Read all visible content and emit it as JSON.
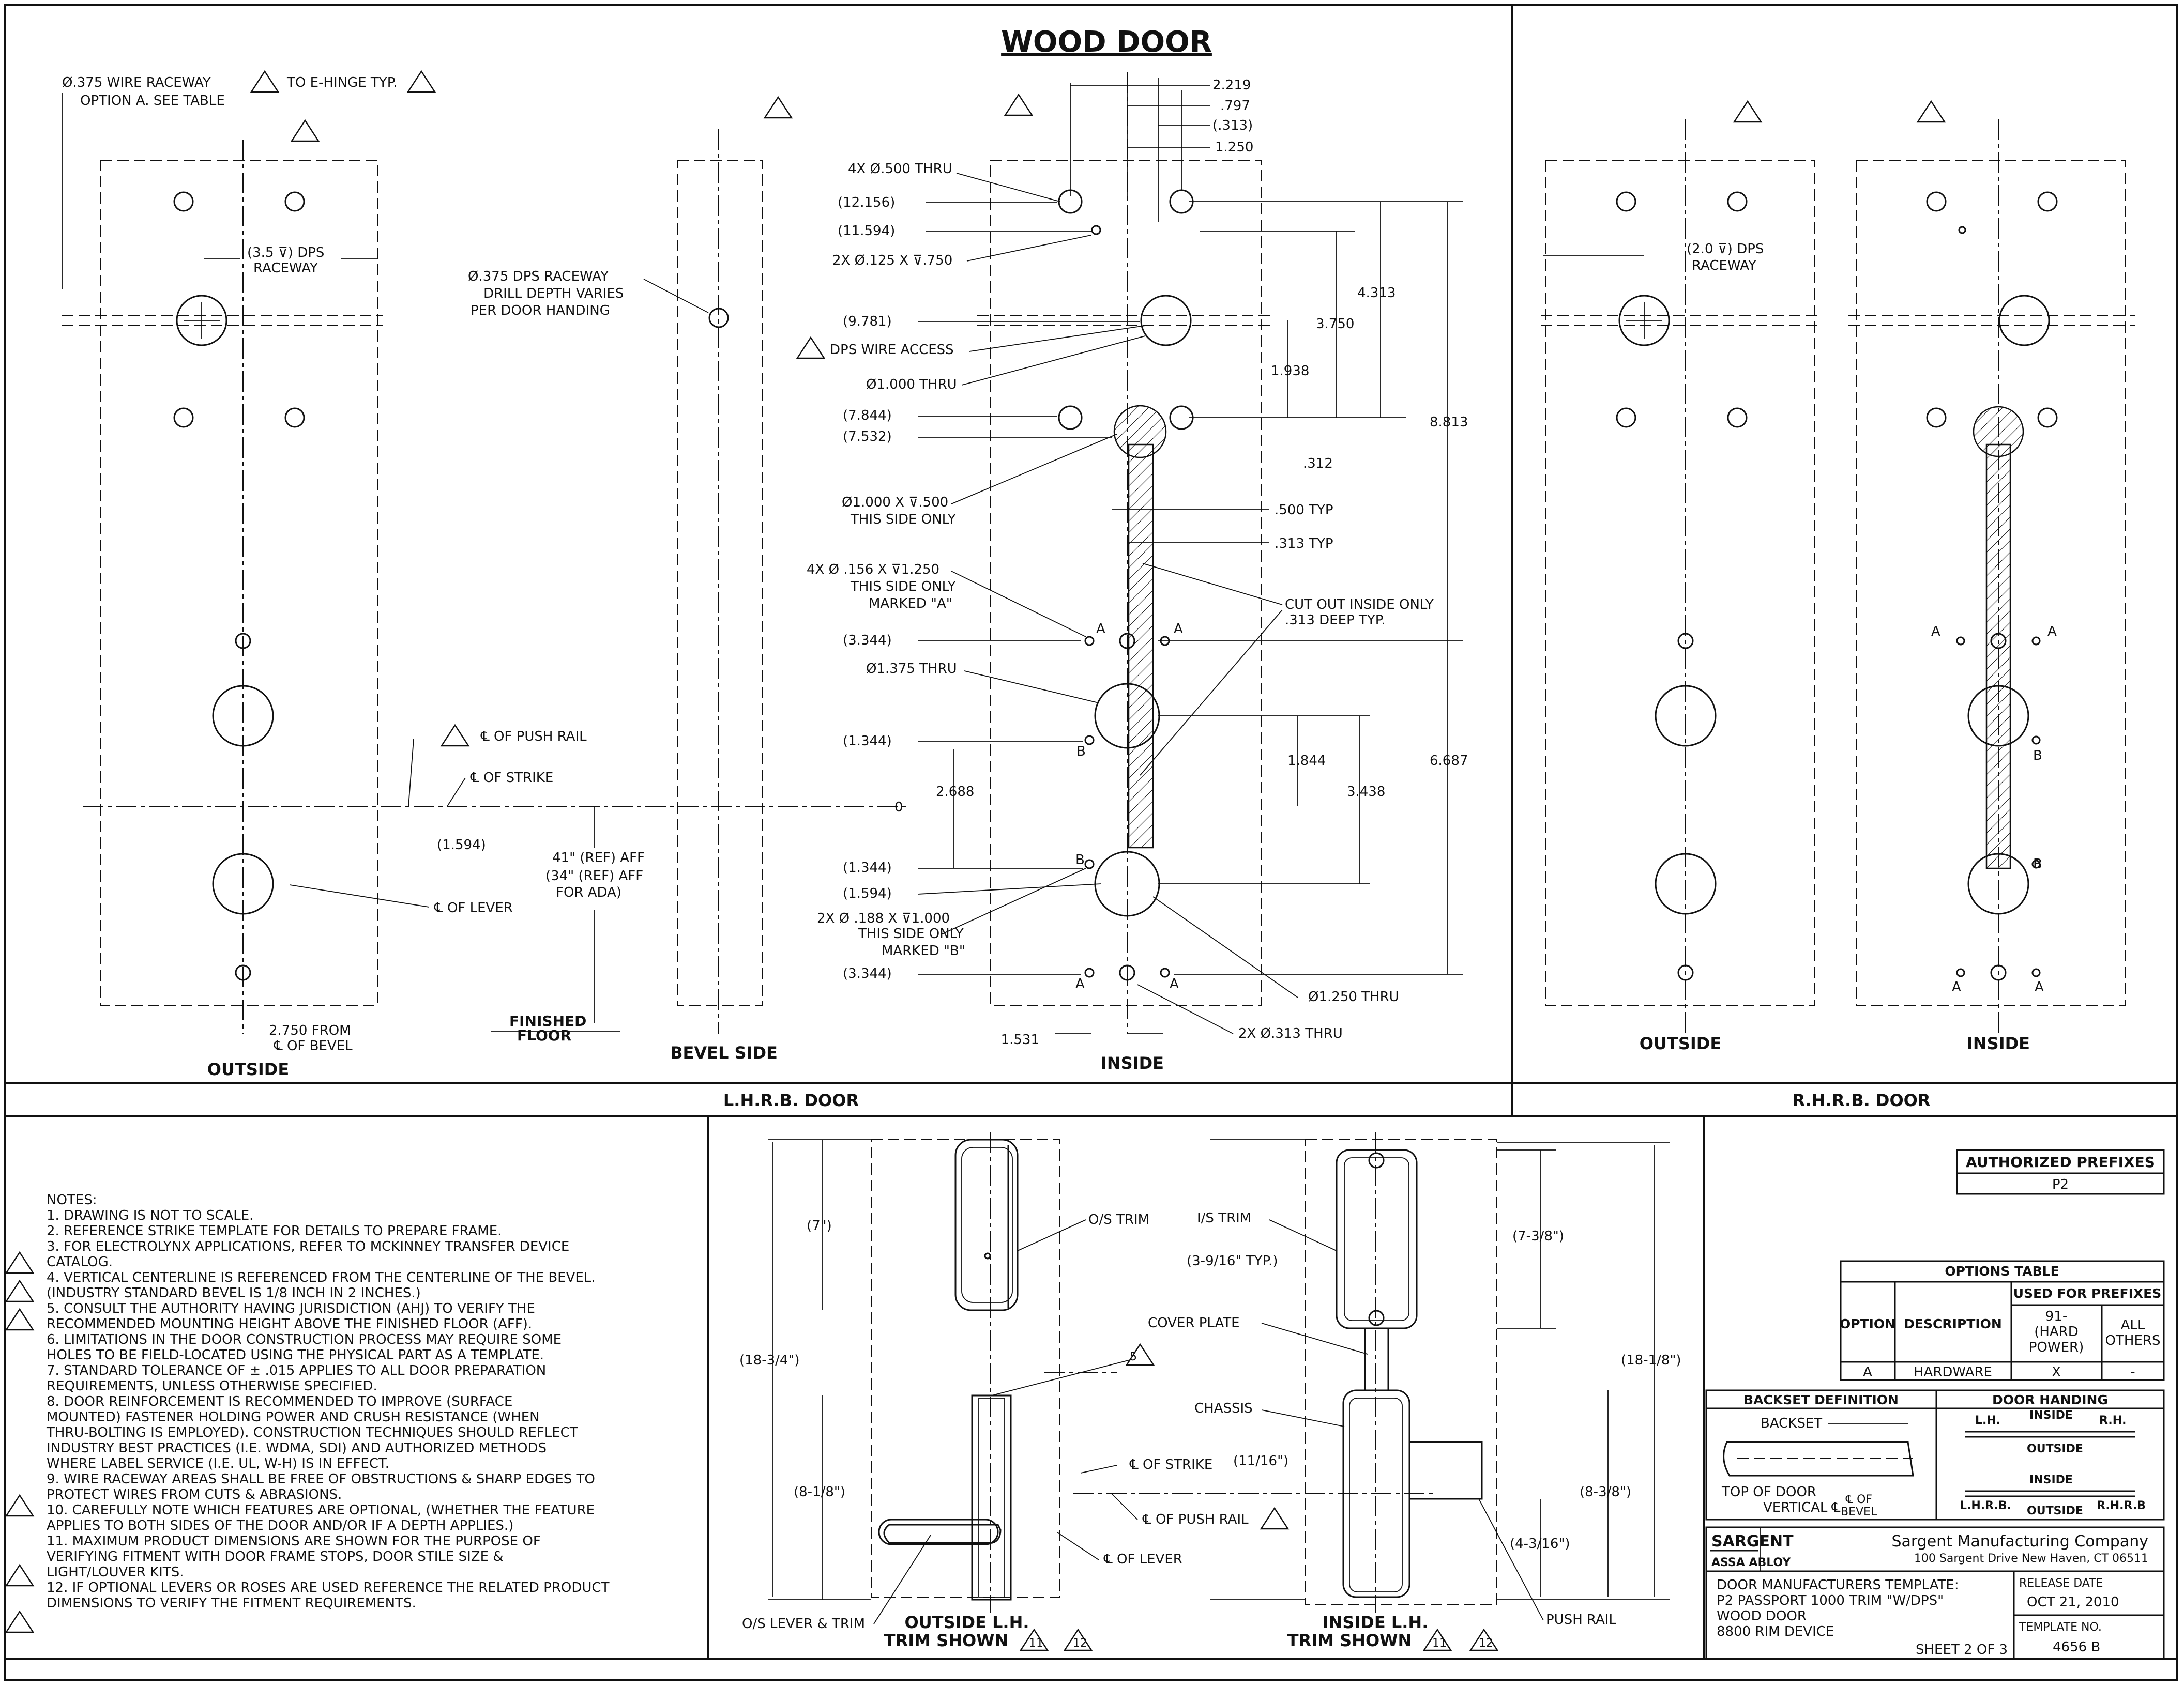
{
  "title": "WOOD DOOR",
  "lhrb": {
    "label": "L.H.R.B. DOOR",
    "outside": "OUTSIDE",
    "bevel": "BEVEL SIDE",
    "inside": "INSIDE",
    "notes_outside": [
      "Ø.375 WIRE RACEWAY",
      "TO E-HINGE TYP.",
      "OPTION A. SEE TABLE",
      "(3.5 ⊽) DPS",
      "RACEWAY",
      "2.750 FROM",
      "℄ OF BEVEL"
    ],
    "notes_bevel": [
      "Ø.375 DPS RACEWAY",
      "DRILL DEPTH VARIES",
      "PER DOOR HANDING"
    ],
    "centerlines": [
      "℄ OF PUSH RAIL",
      "℄ OF STRIKE",
      "℄ OF LEVER",
      "(1.594)",
      "41\" (REF) AFF",
      "(34\" (REF) AFF",
      "FOR ADA)",
      "FINISHED",
      "FLOOR"
    ],
    "left_callouts": [
      "4X Ø.500 THRU",
      "(12.156)",
      "(11.594)",
      "2X Ø.125 X ⊽.750",
      "(9.781)",
      "DPS WIRE ACCESS",
      "Ø1.000 THRU",
      "(7.844)",
      "(7.532)",
      "Ø1.000 X ⊽.500",
      "THIS SIDE ONLY",
      "4X Ø .156 X ⊽1.250",
      "THIS SIDE ONLY",
      "MARKED \"A\"",
      "(3.344)",
      "Ø1.375 THRU",
      "(1.344)",
      "2.688",
      "0",
      "(1.344)",
      "(1.594)",
      "2X Ø .188 X ⊽1.000",
      "THIS SIDE ONLY",
      "MARKED \"B\"",
      "(3.344)"
    ],
    "top_dims": [
      "2.219",
      ".797",
      "(.313)",
      "1.250"
    ],
    "right_dims": [
      "4.313",
      "3.750",
      "1.938",
      ".312",
      "8.813",
      ".500 TYP",
      ".313 TYP",
      "CUT OUT INSIDE ONLY",
      ".313 DEEP TYP.",
      "1.844",
      "3.438",
      "6.687",
      "Ø1.250 THRU",
      "2X Ø.313 THRU",
      "1.531"
    ]
  },
  "rhrb": {
    "label": "R.H.R.B. DOOR",
    "outside": "OUTSIDE",
    "inside": "INSIDE",
    "dps": "(2.0 ⊽) DPS",
    "raceway": "RACEWAY"
  },
  "notes": [
    "NOTES:",
    "1.   DRAWING IS NOT TO SCALE.",
    "2.   REFERENCE STRIKE TEMPLATE FOR DETAILS TO PREPARE FRAME.",
    "3.   FOR ELECTROLYNX APPLICATIONS, REFER TO MCKINNEY TRANSFER DEVICE",
    "      CATALOG.",
    "4.   VERTICAL CENTERLINE IS REFERENCED FROM THE CENTERLINE OF THE BEVEL.",
    "      (INDUSTRY STANDARD BEVEL IS 1/8 INCH IN 2 INCHES.)",
    "5.   CONSULT THE AUTHORITY HAVING JURISDICTION (AHJ) TO VERIFY THE",
    "      RECOMMENDED MOUNTING HEIGHT ABOVE THE FINISHED FLOOR (AFF).",
    "6.   LIMITATIONS IN THE DOOR CONSTRUCTION PROCESS MAY REQUIRE SOME",
    "      HOLES TO BE FIELD-LOCATED USING THE PHYSICAL PART AS A TEMPLATE.",
    "7.   STANDARD TOLERANCE OF ± .015 APPLIES TO ALL DOOR PREPARATION",
    "      REQUIREMENTS, UNLESS OTHERWISE SPECIFIED.",
    "8.   DOOR REINFORCEMENT IS RECOMMENDED TO IMPROVE (SURFACE",
    "      MOUNTED) FASTENER HOLDING POWER AND CRUSH RESISTANCE (WHEN",
    "      THRU-BOLTING IS EMPLOYED). CONSTRUCTION TECHNIQUES SHOULD REFLECT",
    "      INDUSTRY BEST PRACTICES (I.E. WDMA, SDI) AND AUTHORIZED METHODS",
    "      WHERE LABEL SERVICE (I.E. UL, W-H) IS IN EFFECT.",
    "9.   WIRE RACEWAY AREAS SHALL BE FREE OF OBSTRUCTIONS & SHARP EDGES TO",
    "      PROTECT WIRES FROM CUTS & ABRASIONS.",
    "10.  CAREFULLY NOTE WHICH FEATURES ARE OPTIONAL, (WHETHER THE FEATURE",
    "      APPLIES TO BOTH SIDES OF THE DOOR AND/OR IF A DEPTH APPLIES.)",
    "11.  MAXIMUM PRODUCT DIMENSIONS ARE SHOWN FOR THE PURPOSE OF",
    "      VERIFYING FITMENT WITH DOOR FRAME STOPS, DOOR STILE SIZE &",
    "      LIGHT/LOUVER KITS.",
    "12.  IF OPTIONAL LEVERS OR ROSES ARE USED REFERENCE THE RELATED PRODUCT",
    "      DIMENSIONS TO VERIFY THE FITMENT REQUIREMENTS."
  ],
  "trim": {
    "os_trim": "O/S TRIM",
    "is_trim": "I/S TRIM",
    "cover_plate": "COVER PLATE",
    "chassis": "CHASSIS",
    "cl_strike": "℄ OF STRIKE",
    "cl_push": "℄ OF PUSH RAIL",
    "cl_lever": "℄ OF LEVER",
    "os_lever": "O/S LEVER & TRIM",
    "push_rail": "PUSH RAIL",
    "outside_shown": [
      "OUTSIDE L.H.",
      "TRIM SHOWN"
    ],
    "inside_shown": [
      "INSIDE L.H.",
      "TRIM SHOWN"
    ],
    "dims": [
      "(7\")",
      "(18-3/4\")",
      "(8-1/8\")",
      "(3-9/16\" TYP.)",
      "(7-3/8\")",
      "(18-1/8\")",
      "(11/16\")",
      "(8-3/8\")",
      "(4-3/16\")"
    ]
  },
  "prefixes": {
    "title": "AUTHORIZED PREFIXES",
    "value": "P2"
  },
  "options_table": {
    "title": "OPTIONS TABLE",
    "used_for": "USED FOR PREFIXES",
    "headers": [
      "OPTION",
      "DESCRIPTION",
      "91-\n(HARD\nPOWER)",
      "ALL\nOTHERS"
    ],
    "row": [
      "A",
      "HARDWARE",
      "X",
      "-"
    ]
  },
  "backset": {
    "title": "BACKSET DEFINITION",
    "backset": "BACKSET",
    "top": "TOP OF DOOR",
    "vertical": "VERTICAL ℄",
    "of": "℄ OF",
    "bevel": "BEVEL"
  },
  "handing": {
    "title": "DOOR HANDING",
    "inside": "INSIDE",
    "outside": "OUTSIDE",
    "lh": "L.H.",
    "rh": "R.H.",
    "lhrb": "L.H.R.B.",
    "rhrb": "R.H.R.B"
  },
  "titleblock": {
    "brand": "SARGENT",
    "parent": "ASSA ABLOY",
    "company": "Sargent Manufacturing Company",
    "address": "100 Sargent Drive New Haven, CT 06511",
    "desc": [
      "DOOR MANUFACTURERS TEMPLATE:",
      "P2 PASSPORT 1000 TRIM \"W/DPS\"",
      "WOOD DOOR",
      "8800 RIM DEVICE"
    ],
    "release_label": "RELEASE DATE",
    "release": "OCT 21, 2010",
    "template_label": "TEMPLATE NO.",
    "template": "4656 B",
    "sheet": "SHEET 2 OF 3"
  }
}
